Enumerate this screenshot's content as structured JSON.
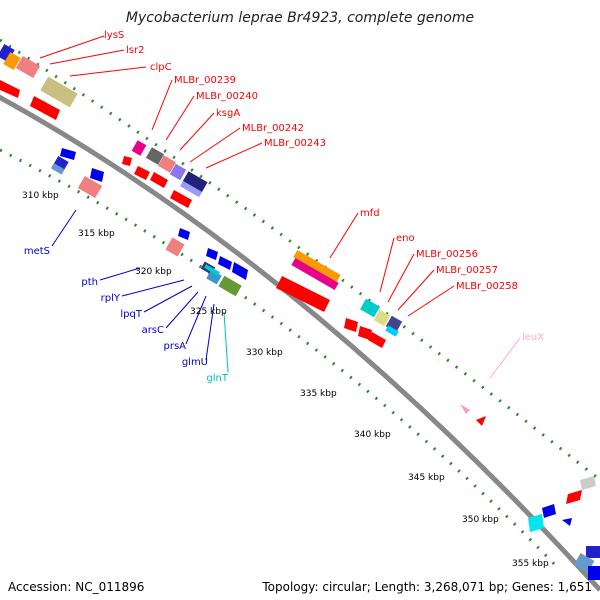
{
  "title": "Mycobacterium leprae Br4923, complete genome",
  "accession": "Accession: NC_011896",
  "topology": "Topology: circular; Length: 3,268,071 bp; Genes: 1,651",
  "colors": {
    "forward_label": "#ff0000",
    "reverse_label": "#0000cc",
    "trna_label": "#00bcd4",
    "pseudo_label": "#ffaacc",
    "backbone": "#888888",
    "tick_dots": "#2a8a2a"
  },
  "ticks": [
    "310 kbp",
    "315 kbp",
    "320 kbp",
    "325 kbp",
    "330 kbp",
    "335 kbp",
    "340 kbp",
    "345 kbp",
    "350 kbp",
    "355 kbp"
  ],
  "labels_forward": [
    "lysS",
    "lsr2",
    "clpC",
    "MLBr_00239",
    "MLBr_00240",
    "ksgA",
    "MLBr_00242",
    "MLBr_00243",
    "mfd",
    "eno",
    "MLBr_00256",
    "MLBr_00257",
    "MLBr_00258"
  ],
  "labels_reverse": [
    "metS",
    "pth",
    "rplY",
    "lpqT",
    "arsC",
    "prsA",
    "glmU"
  ],
  "labels_trna": [
    "glnT"
  ],
  "labels_pseudo": [
    "leuX"
  ]
}
